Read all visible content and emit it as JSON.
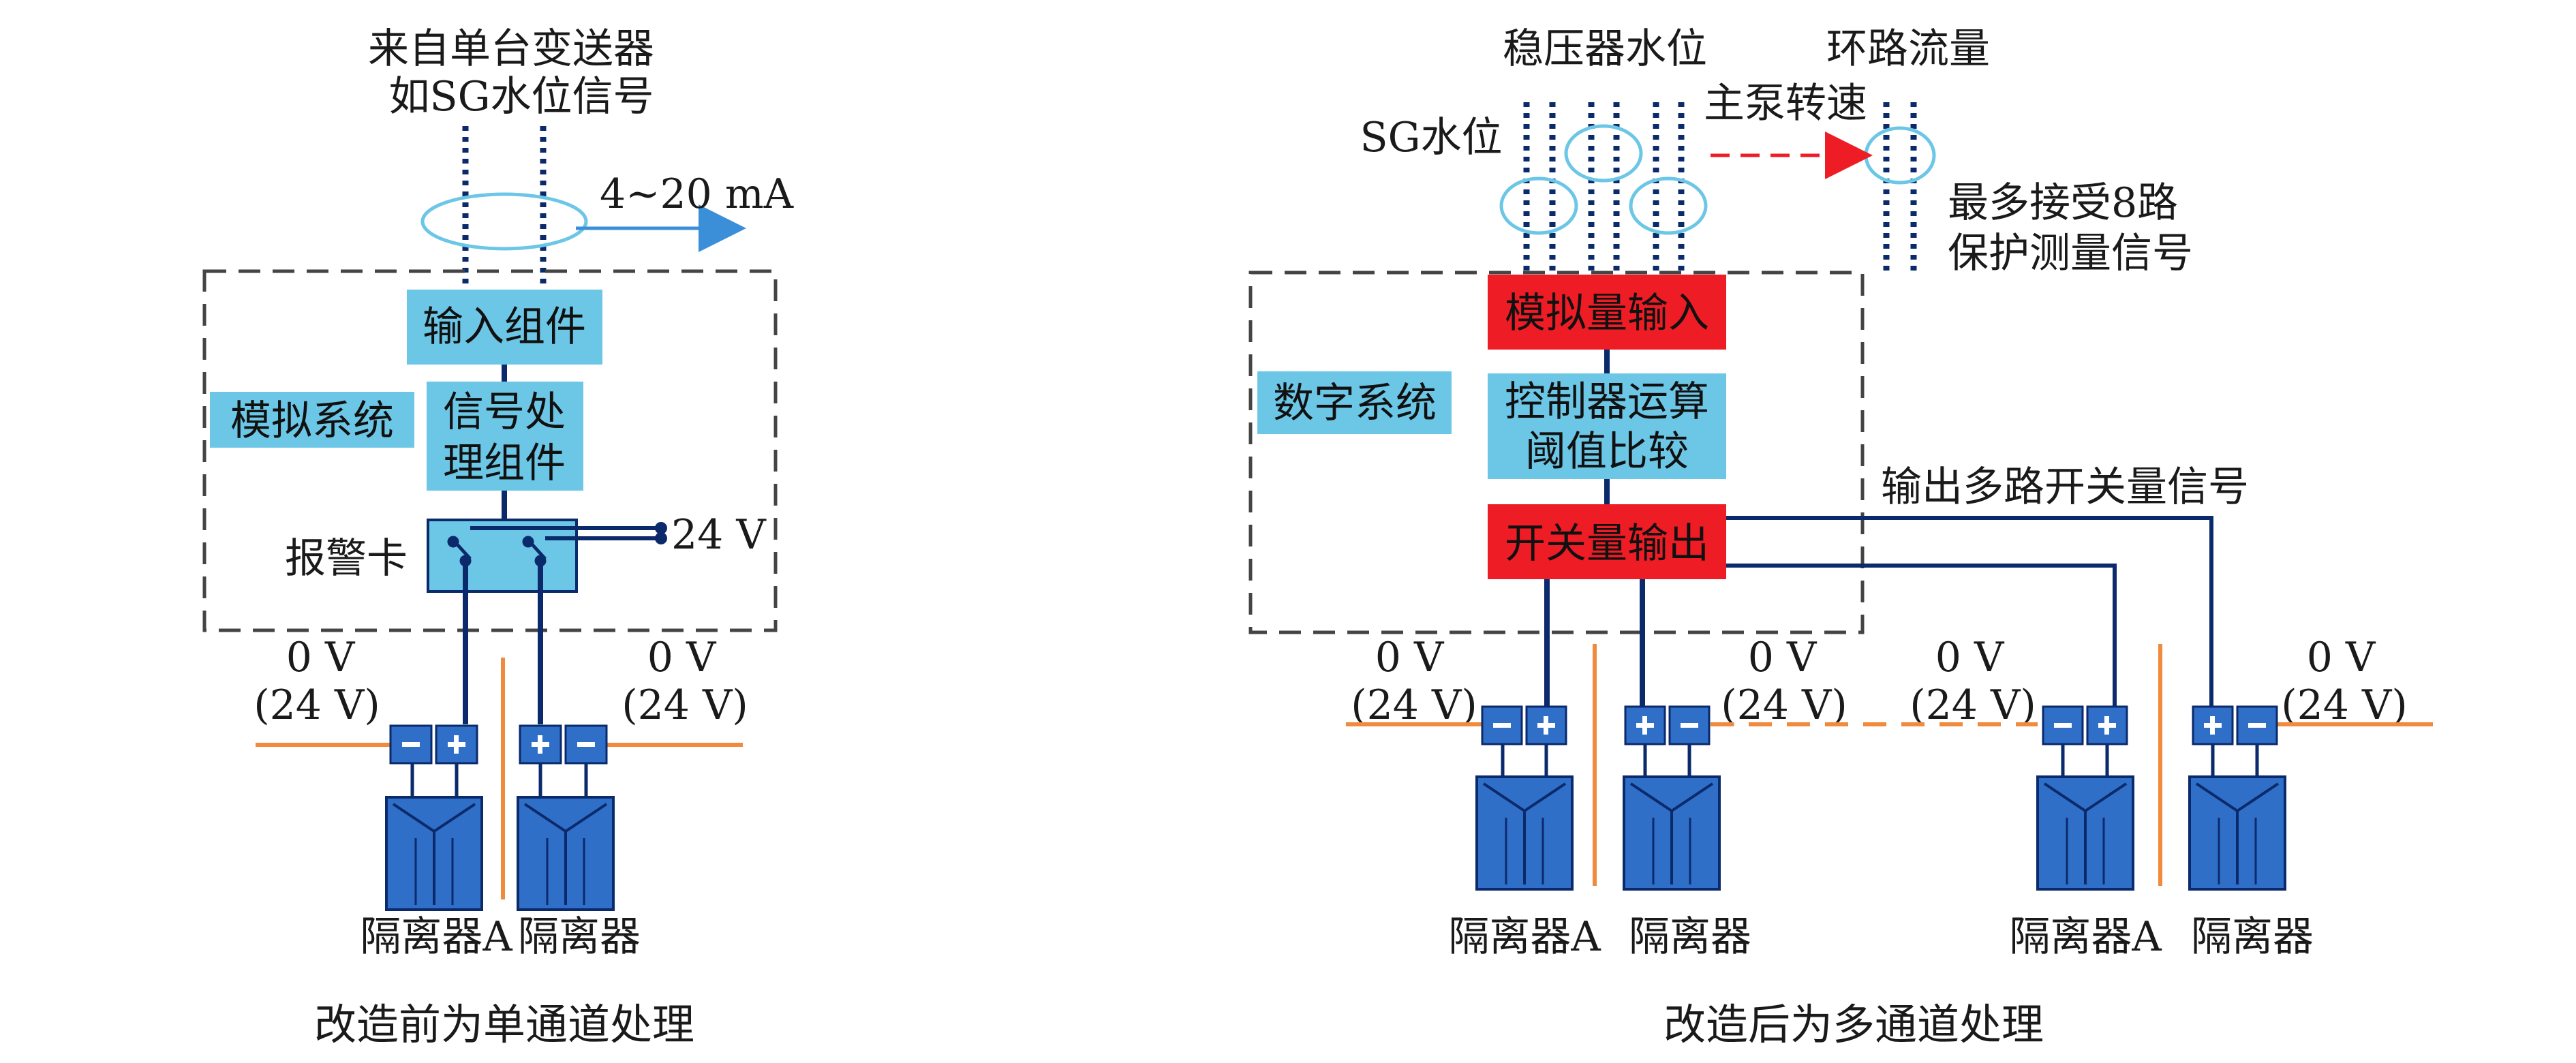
{
  "left": {
    "source_line1": "来自单台变送器",
    "source_line2": "如SG水位信号",
    "current": "4~20 mA",
    "system_label": "模拟系统",
    "input_module": "输入组件",
    "signal_line1": "信号处",
    "signal_line2": "理组件",
    "alarm_card": "报警卡",
    "supply": "24 V",
    "volt_left_1": "0 V",
    "volt_left_2": "(24 V)",
    "volt_right_1": "0 V",
    "volt_right_2": "(24 V)",
    "isolator_a": "隔离器A",
    "isolator_b": "隔离器",
    "caption": "改造前为单通道处理"
  },
  "right": {
    "sg_level": "SG水位",
    "pressurizer_level": "稳压器水位",
    "pump_speed": "主泵转速",
    "loop_flow": "环路流量",
    "accept_line1": "最多接受8路",
    "accept_line2": "保护测量信号",
    "system_label": "数字系统",
    "analog_input": "模拟量输入",
    "controller_line1": "控制器运算",
    "controller_line2": "阈值比较",
    "switch_output": "开关量输出",
    "output_signals": "输出多路开关量信号",
    "v1a": "0 V",
    "v1b": "(24 V)",
    "v2a": "0 V",
    "v2b": "(24 V)",
    "v3a": "0 V",
    "v3b": "(24 V)",
    "v4a": "0 V",
    "v4b": "(24 V)",
    "iso1": "隔离器A",
    "iso2": "隔离器",
    "iso3": "隔离器A",
    "iso4": "隔离器",
    "caption": "改造后为多通道处理"
  },
  "colors": {
    "cyan_box": "#6cc6e6",
    "red_box": "#ee1c24",
    "wire": "#0b2a6b",
    "orange": "#f08a3c",
    "blue_arrow": "#3a8fd8",
    "isolator": "#2f6fc8"
  },
  "icons": {
    "terminal_minus": "minus-terminal-icon",
    "terminal_plus": "plus-terminal-icon",
    "isolator": "isolator-icon"
  }
}
